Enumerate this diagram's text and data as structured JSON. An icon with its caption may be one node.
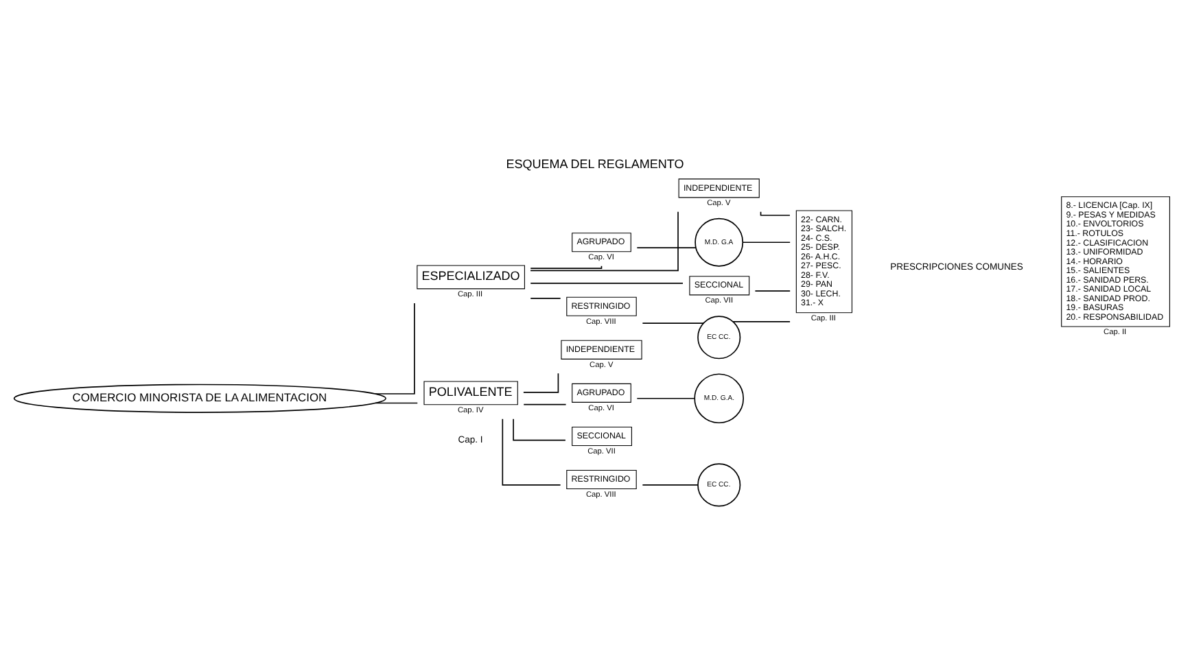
{
  "diagram": {
    "title": "ESQUEMA DEL REGLAMENTO",
    "nodes": [
      {
        "text": [
          "COMERCIO MINORISTA DE LA ALIMENTACION"
        ]
      },
      {
        "text": [
          "ESPECIALIZADO"
        ],
        "beside": [
          "Cap. III"
        ]
      },
      {
        "text": [
          "INDEPENDIENTE"
        ],
        "beside": [
          "Cap. V"
        ]
      },
      {
        "text": [
          "AGRUPADO"
        ],
        "beside": [
          "Cap. VI"
        ]
      },
      {
        "text": [
          "M.D. G.A"
        ]
      },
      {
        "text": [
          "SECCIONAL"
        ],
        "beside": [
          "Cap. VII"
        ]
      },
      {
        "text": [
          "RESTRINGIDO"
        ],
        "beside": [
          "Cap. VIII"
        ]
      },
      {
        "text": [
          "EC CC."
        ]
      },
      {
        "text": [
          "22- CARN.",
          "23- SALCH.",
          "24- C.S.",
          "25- DESP.",
          "26- A.H.C.",
          "27- PESC.",
          "28- F.V.",
          "29- PAN",
          "30- LECH.",
          "31.- X"
        ],
        "beside": [
          "Cap. III"
        ]
      },
      {
        "text": [
          "POLIVALENTE"
        ],
        "beside": [
          "Cap. IV"
        ]
      },
      {
        "text": [
          "INDEPENDIENTE"
        ],
        "beside": [
          "Cap. V"
        ]
      },
      {
        "text": [
          "AGRUPADO"
        ],
        "beside": [
          "Cap. VI"
        ]
      },
      {
        "text": [
          "M.D. G.A."
        ]
      },
      {
        "text": [
          "SECCIONAL"
        ],
        "beside": [
          "Cap. VII"
        ]
      },
      {
        "text": [
          "RESTRINGIDO"
        ],
        "beside": [
          "Cap. VIII"
        ]
      },
      {
        "text": [
          "EC CC."
        ]
      },
      {
        "text": [
          "8.- LICENCIA [Cap. IX]",
          "9.- PESAS Y MEDIDAS",
          "10.- ENVOLTORIOS",
          "11.- ROTULOS",
          "12.- CLASIFICACION",
          "13.- UNIFORMIDAD",
          "14.- HORARIO",
          "15.- SALIENTES",
          "16.- SANIDAD PERS.",
          "17.- SANIDAD LOCAL",
          "18.- SANIDAD PROD.",
          "19.- BASURAS",
          "20.- RESPONSABILIDAD"
        ],
        "beside": [
          "Cap. II"
        ]
      }
    ],
    "edges": [
      {
        "from": 0,
        "to": 1,
        "arrow": "none"
      },
      {
        "from": 0,
        "to": 9,
        "arrow": "none"
      },
      {
        "from": 1,
        "to": 2,
        "arrow": "none"
      },
      {
        "from": 1,
        "to": 3,
        "arrow": "none"
      },
      {
        "from": 1,
        "to": 5,
        "arrow": "none"
      },
      {
        "from": 1,
        "to": 6,
        "arrow": "none"
      },
      {
        "from": 3,
        "to": 4,
        "arrow": "none"
      },
      {
        "from": 6,
        "to": 7,
        "arrow": "none"
      },
      {
        "from": 2,
        "to": 8,
        "arrow": "none"
      },
      {
        "from": 4,
        "to": 8,
        "arrow": "none"
      },
      {
        "from": 5,
        "to": 8,
        "arrow": "none"
      },
      {
        "from": 7,
        "to": 8,
        "arrow": "none"
      },
      {
        "from": 9,
        "to": 10,
        "arrow": "none"
      },
      {
        "from": 9,
        "to": 11,
        "arrow": "none"
      },
      {
        "from": 9,
        "to": 13,
        "arrow": "none"
      },
      {
        "from": 9,
        "to": 14,
        "arrow": "none"
      },
      {
        "from": 11,
        "to": 12,
        "arrow": "none"
      },
      {
        "from": 14,
        "to": 15,
        "arrow": "none"
      }
    ],
    "labels": [
      "PRESCRIPCIONES COMUNES",
      "Cap. I"
    ]
  }
}
